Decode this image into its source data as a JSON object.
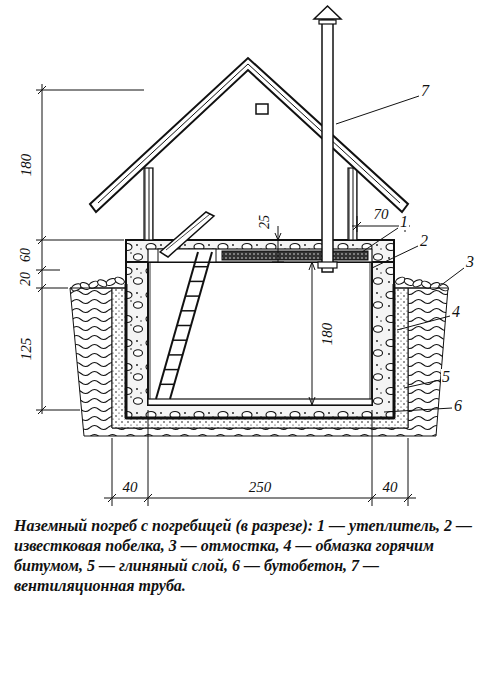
{
  "diagram": {
    "caption": "Наземный погреб с погребицей (в разрезе): 1 — утеплитель, 2 — известковая побелка, 3 — отмостка, 4 — обмазка горячим битумом, 5 — глиняный слой, 6 — бутобетон, 7 — вентиляционная труба.",
    "labels": [
      "180",
      "60",
      "20",
      "125",
      "25",
      "180",
      "70",
      "40",
      "250",
      "40",
      "1",
      "2",
      "3",
      "4",
      "5",
      "6",
      "7"
    ]
  }
}
